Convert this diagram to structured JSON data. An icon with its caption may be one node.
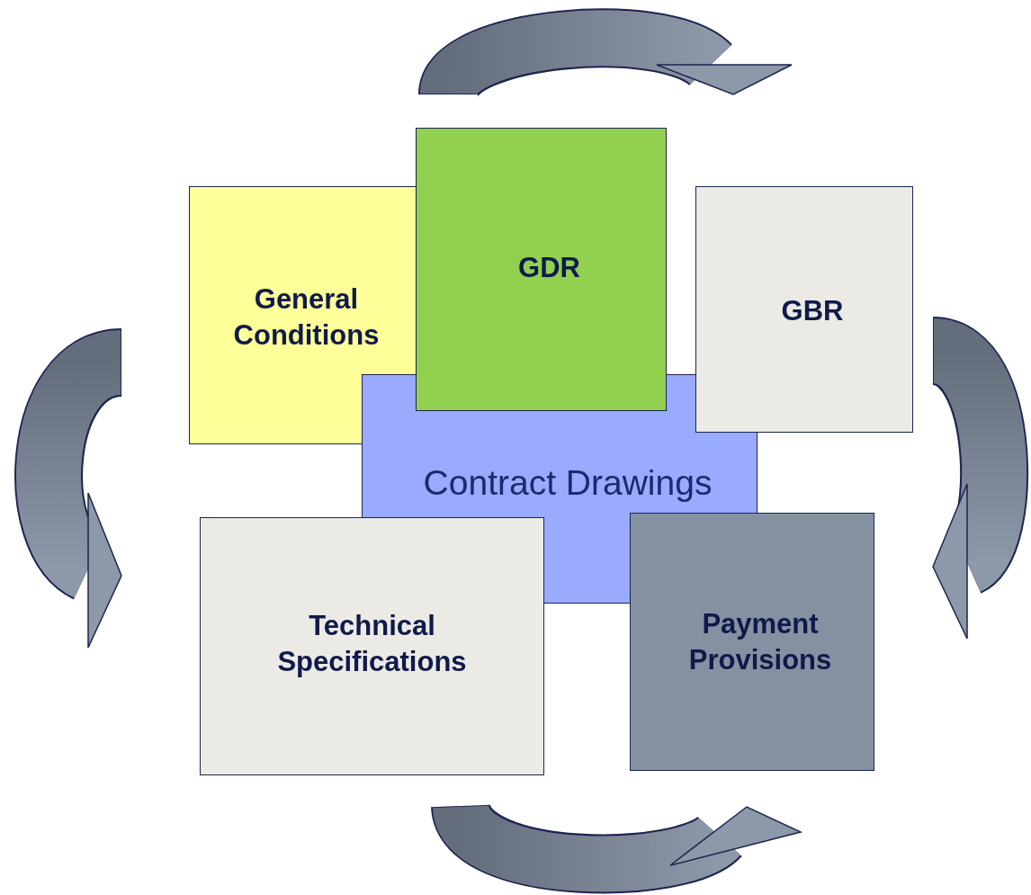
{
  "diagram": {
    "nodes": [
      {
        "text": [
          "General Conditions"
        ]
      },
      {
        "text": [
          "GDR"
        ]
      },
      {
        "text": [
          "GBR"
        ]
      },
      {
        "text": [
          "Contract Drawings"
        ]
      },
      {
        "text": [
          "Technical Specifications"
        ]
      },
      {
        "text": [
          "Payment Provisions"
        ]
      }
    ]
  }
}
